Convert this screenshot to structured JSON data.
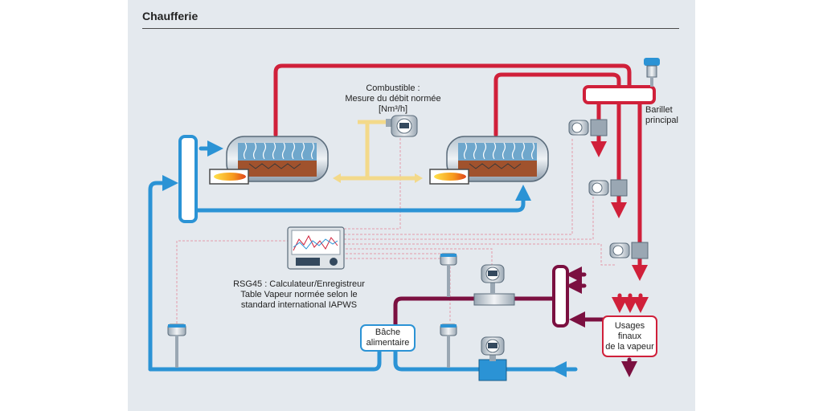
{
  "title": "Chaufferie",
  "labels": {
    "fuel": "Combustible :\nMesure du débit normée\n[Nm³/h]",
    "header": "Barillet\nprincipal",
    "rsg": "RSG45 : Calculateur/Enregistreur\nTable Vapeur normée selon le\nstandard international IAPWS",
    "tank": "Bâche\nalimentaire",
    "usage": "Usages\nfinaux\nde la vapeur"
  },
  "colors": {
    "steam": "#d0203a",
    "water": "#2b93d5",
    "condensate": "#7b1040",
    "fuel": "#f3d98a",
    "signal": "#e39aaa"
  },
  "icons": [
    "boiler",
    "burner-flame",
    "flowmeter",
    "pressure-transmitter",
    "temperature-sensor",
    "recorder-screen",
    "arrow"
  ]
}
